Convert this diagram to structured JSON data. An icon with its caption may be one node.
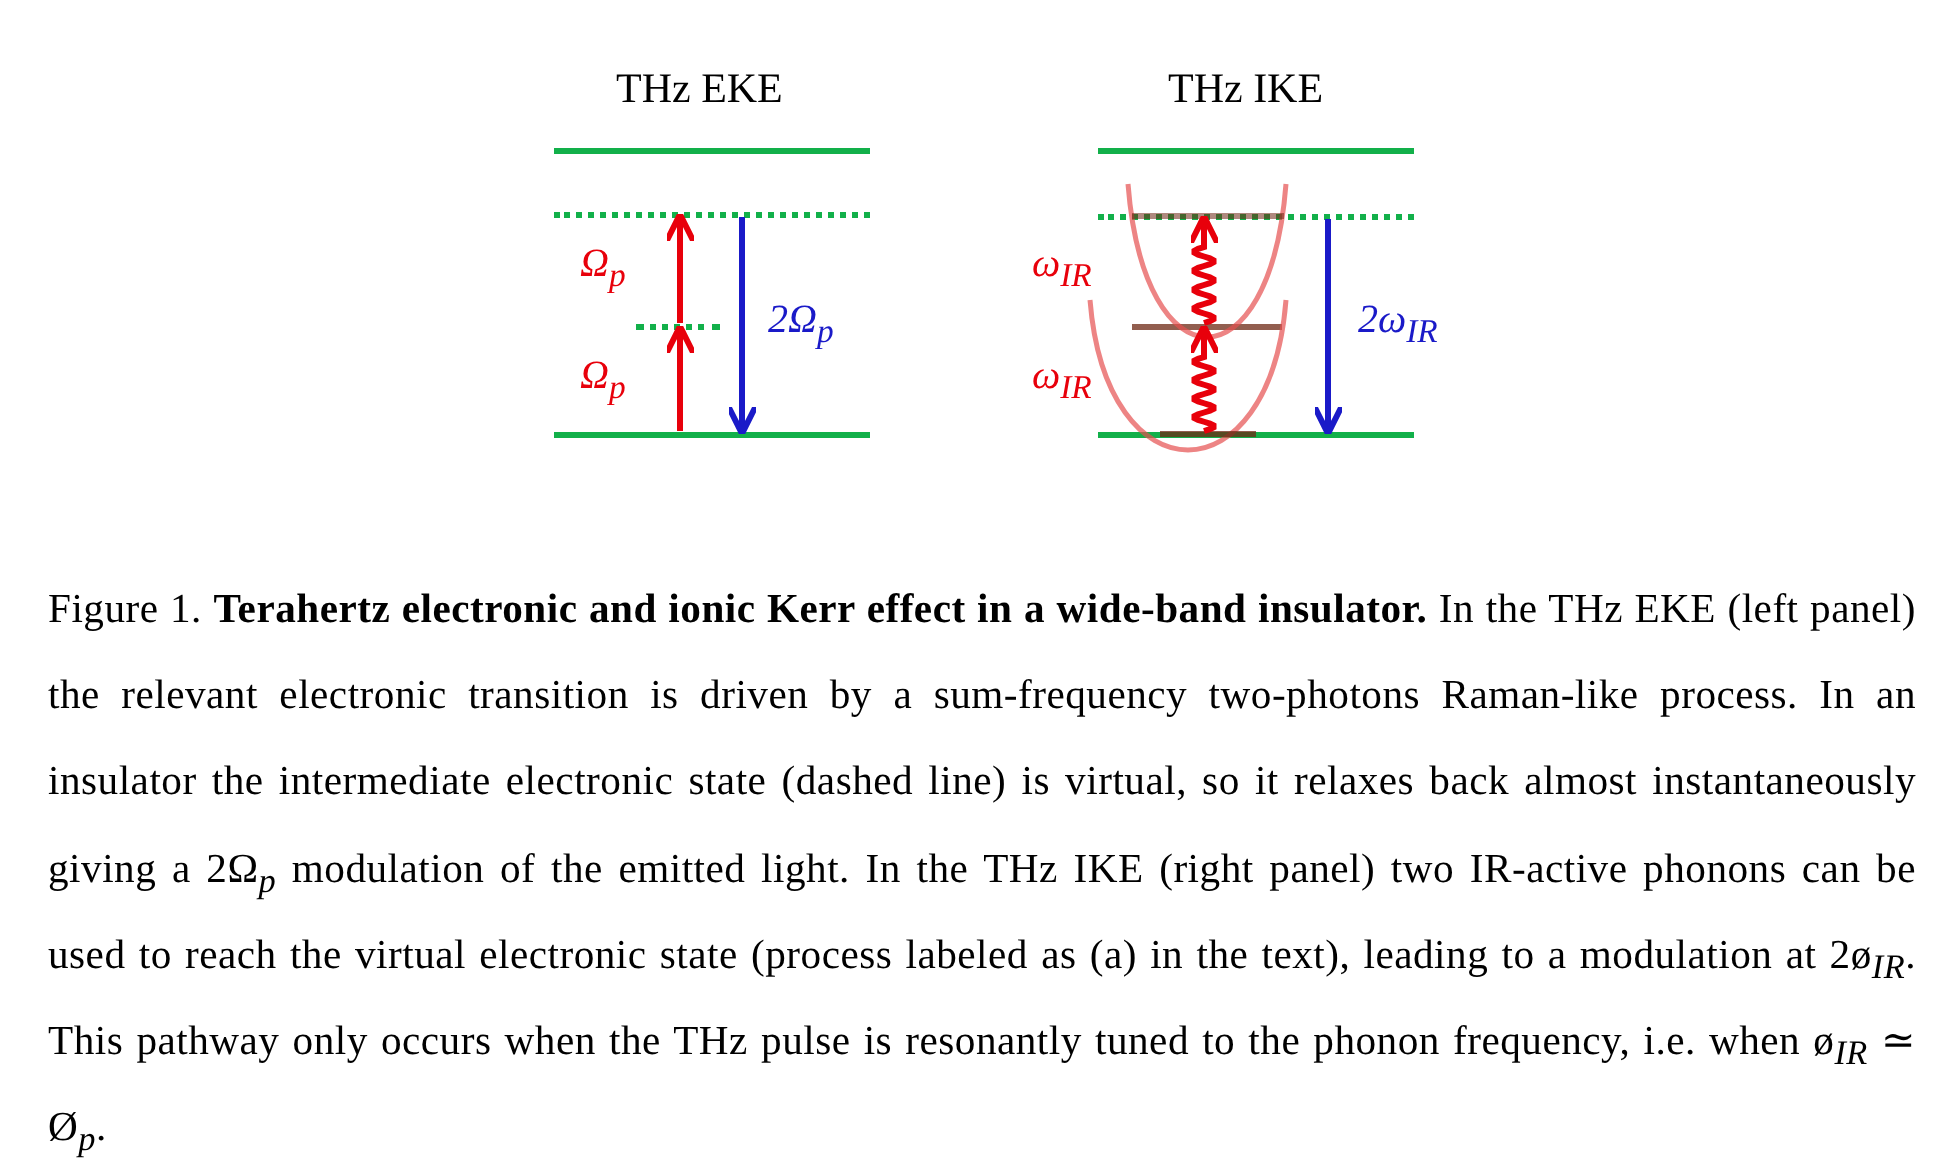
{
  "diagram": {
    "caption": "Figure 1. **Terahertz electronic and ionic Kerr effect in a wide-band insulator.** In the THz EKE (left panel) the relevant electronic transition is driven by a sum-frequency two-photons Raman-like process. In an insulator the intermediate electronic state (dashed line) is virtual, so it relaxes back almost instantaneously giving a 2Ω$_{p}$ modulation of the emitted light. In the THz IKE (right panel) two IR-active phonons can be used to reach the virtual electronic state (process labeled as (a) in the text), leading to a modulation at 2ø$_{IR}$. This pathway only occurs when the THz pulse is resonantly tuned to the phonon frequency, i.e. when ø$_{IR}$ ≃ Ø$_{p}$.",
    "nodes": [
      {
        "text": [],
        "shape": "line"
      },
      {
        "text": [],
        "shape": "line"
      },
      {
        "text": [],
        "shape": "line"
      },
      {
        "text": [],
        "shape": "line"
      },
      {
        "text": [],
        "shape": "line"
      },
      {
        "text": [],
        "shape": "line"
      },
      {
        "text": [],
        "shape": "line"
      },
      {
        "text": [],
        "shape": "line"
      }
    ],
    "edges": [
      {
        "from": 3,
        "to": 2,
        "arrow": "to",
        "label": "Ω$_{p}$"
      },
      {
        "from": 2,
        "to": 1,
        "arrow": "to",
        "label": "Ω$_{p}$"
      },
      {
        "from": 1,
        "to": 3,
        "arrow": "to",
        "label": "2Ω$_{p}$",
        "color": "#1a1ac8"
      },
      {
        "from": 7,
        "to": 6,
        "arrow": "to",
        "label": "ω$_{IR}$"
      },
      {
        "from": 6,
        "to": 5,
        "arrow": "to",
        "label": "ω$_{IR}$"
      },
      {
        "from": 5,
        "to": 7,
        "arrow": "to",
        "label": "2ω$_{IR}$",
        "color": "#1a1ac8"
      }
    ],
    "labels": [
      "THz EKE",
      "THz IKE"
    ]
  }
}
